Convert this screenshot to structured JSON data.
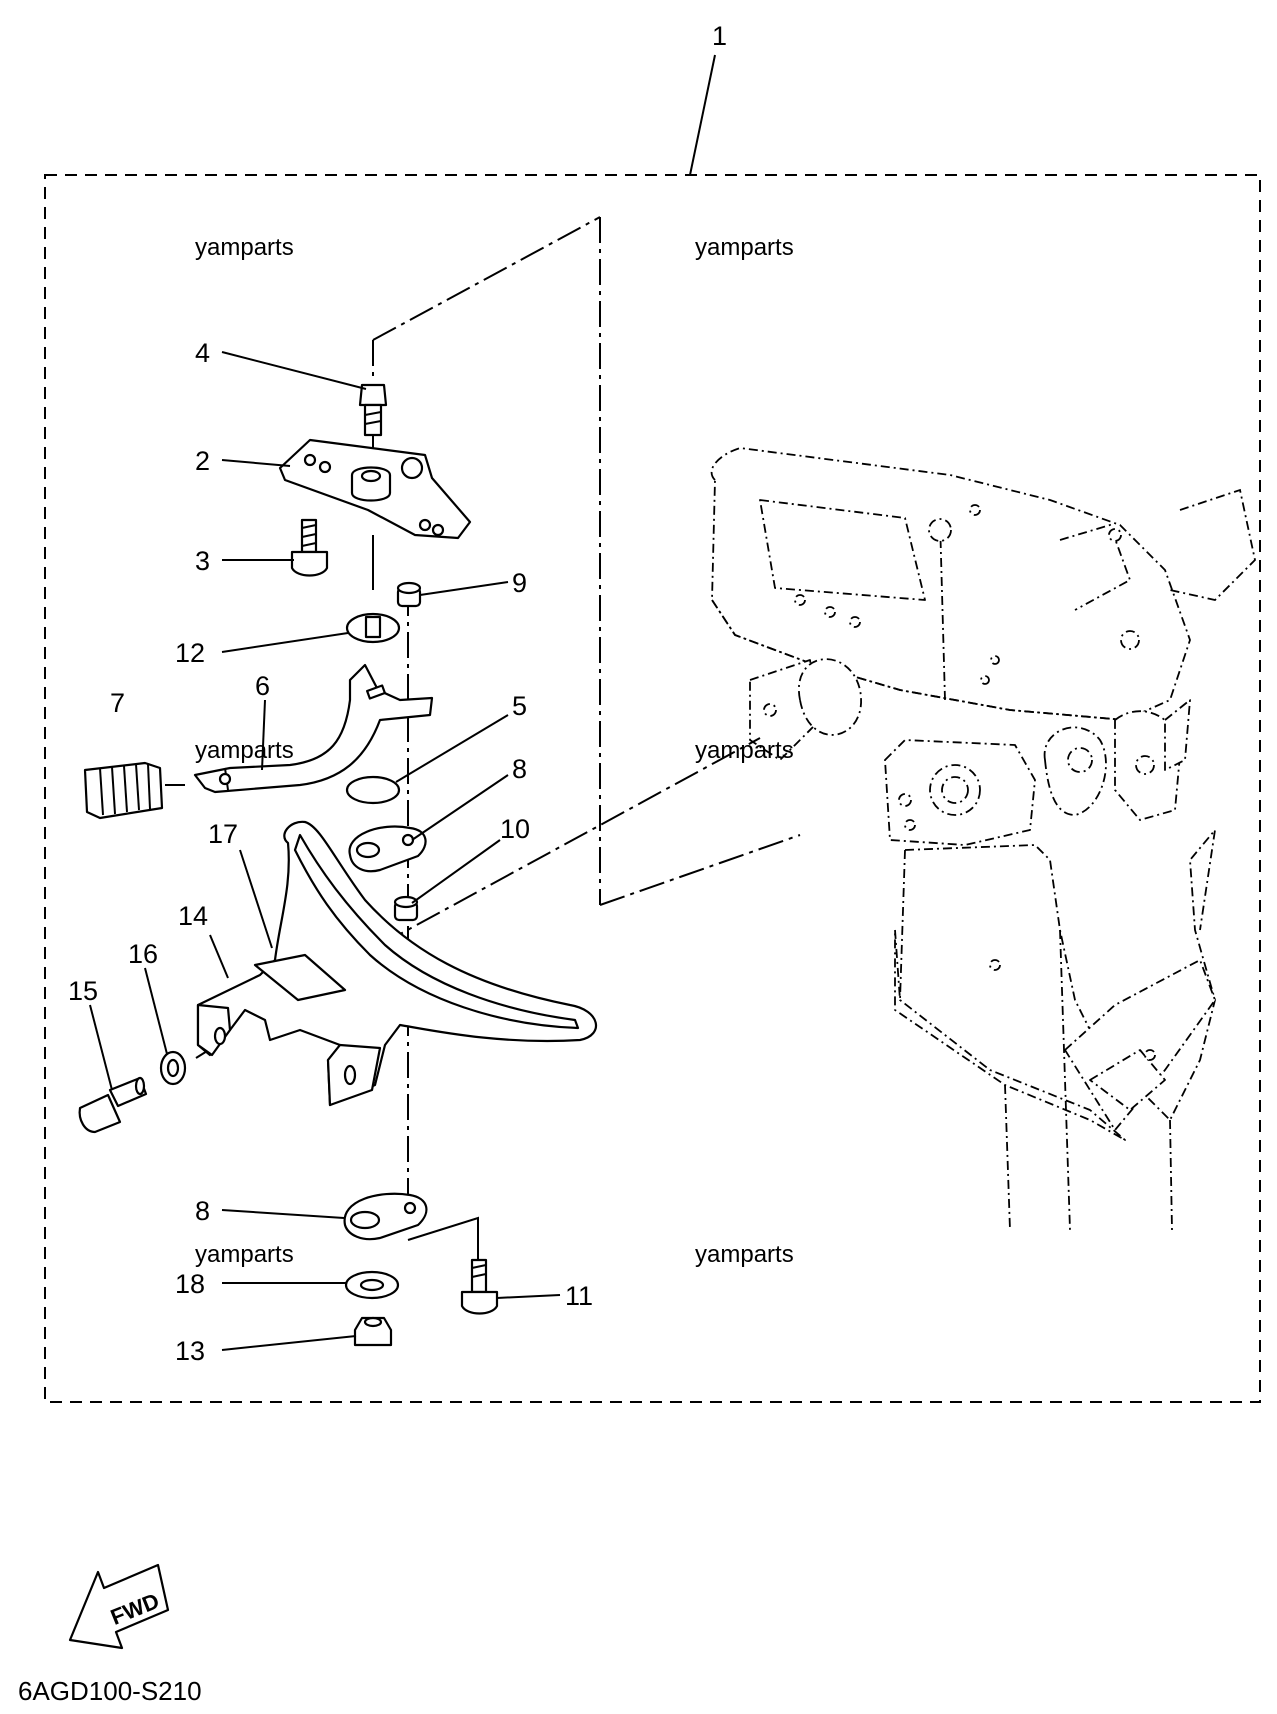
{
  "callouts": {
    "n1": "1",
    "n2": "2",
    "n3": "3",
    "n4": "4",
    "n5": "5",
    "n6": "6",
    "n7": "7",
    "n8a": "8",
    "n8b": "8",
    "n9": "9",
    "n10": "10",
    "n11": "11",
    "n12": "12",
    "n13": "13",
    "n14": "14",
    "n15": "15",
    "n16": "16",
    "n17": "17",
    "n18": "18"
  },
  "watermarks": {
    "w1": "yamparts",
    "w2": "yamparts",
    "w3": "yamparts",
    "w4": "yamparts",
    "w5": "yamparts",
    "w6": "yamparts"
  },
  "fwd_label": "FWD",
  "diagram_code": "6AGD100-S210"
}
